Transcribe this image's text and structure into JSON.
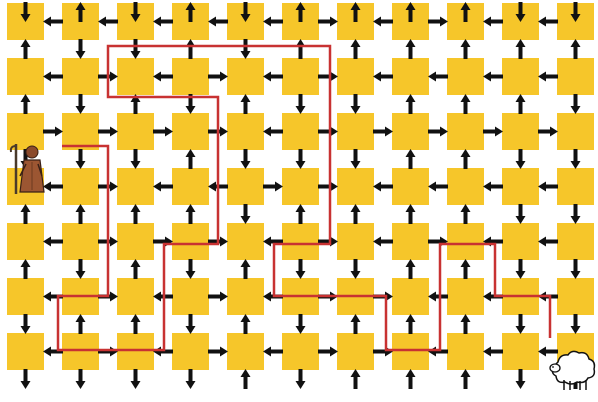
{
  "puzzle": {
    "type": "arrow-maze",
    "start_piece": "shepherd-icon",
    "goal_piece": "sheep-icon",
    "colors": {
      "tile": "#f6c62a",
      "tile_shadow": "#e6b414",
      "arrow": "#111111",
      "path": "#c83232",
      "background": "#ffffff"
    },
    "tile_rows": 7,
    "tile_cols": 11,
    "horizontal_arrows": [
      [
        "left",
        "left",
        "left",
        "left",
        "left",
        "right",
        "left",
        "right",
        "left",
        "left"
      ],
      [
        "left",
        "right",
        "left",
        "right",
        "left",
        "right",
        "left",
        "left",
        "left",
        "left"
      ],
      [
        "right",
        "right",
        "right",
        "right",
        "left",
        "right",
        "right",
        "right",
        "right",
        "right"
      ],
      [
        "left",
        "right",
        "left",
        "left",
        "right",
        "right",
        "left",
        "left",
        "left",
        "left"
      ],
      [
        "left",
        "right",
        "right",
        "right",
        "left",
        "right",
        "left",
        "right",
        "left",
        "left"
      ],
      [
        "left",
        "right",
        "left",
        "right",
        "left",
        "right",
        "right",
        "left",
        "left",
        "left"
      ],
      [
        "left",
        "right",
        "left",
        "right",
        "left",
        "right",
        "right",
        "left",
        "left",
        "left"
      ]
    ],
    "vertical_arrows": [
      [
        "down",
        "up",
        "down",
        "up",
        "down",
        "up",
        "up",
        "up",
        "up",
        "down",
        "down"
      ],
      [
        "up",
        "down",
        "down",
        "up",
        "down",
        "up",
        "up",
        "up",
        "up",
        "up",
        "up"
      ],
      [
        "up",
        "down",
        "up",
        "down",
        "up",
        "down",
        "down",
        "up",
        "up",
        "up",
        "down"
      ],
      [
        "down",
        "down",
        "down",
        "up",
        "down",
        "down",
        "down",
        "up",
        "up",
        "down",
        "down"
      ],
      [
        "up",
        "up",
        "up",
        "up",
        "down",
        "up",
        "up",
        "up",
        "up",
        "down",
        "down"
      ],
      [
        "up",
        "down",
        "up",
        "down",
        "up",
        "down",
        "down",
        "up",
        "up",
        "down",
        "down"
      ],
      [
        "down",
        "up",
        "up",
        "down",
        "up",
        "down",
        "up",
        "up",
        "up",
        "down",
        "down"
      ],
      [
        "down",
        "down",
        "down",
        "down",
        "up",
        "down",
        "up",
        "up",
        "up",
        "down",
        "up"
      ]
    ]
  }
}
